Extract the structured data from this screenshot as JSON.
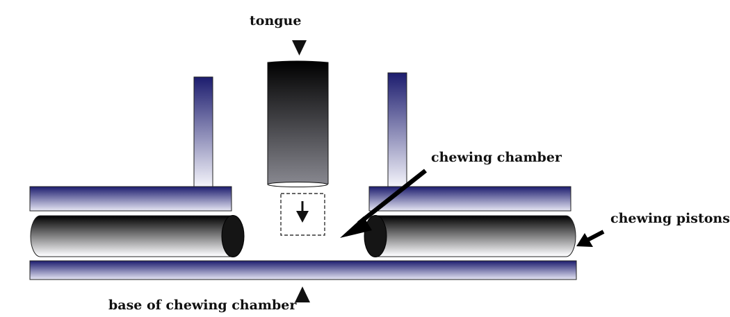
{
  "labels": {
    "tongue": "tongue",
    "chewing_chamber": "chewing chamber",
    "chewing_pistons": "chewing pistons",
    "base": "base of chewing chamber"
  },
  "colors": {
    "navy": "#1c1c6e",
    "light": "#f2f2fa",
    "tongue_dark": "#000000",
    "tongue_light": "#8a8a92",
    "outline": "#222222",
    "piston_cap": "#151515"
  }
}
